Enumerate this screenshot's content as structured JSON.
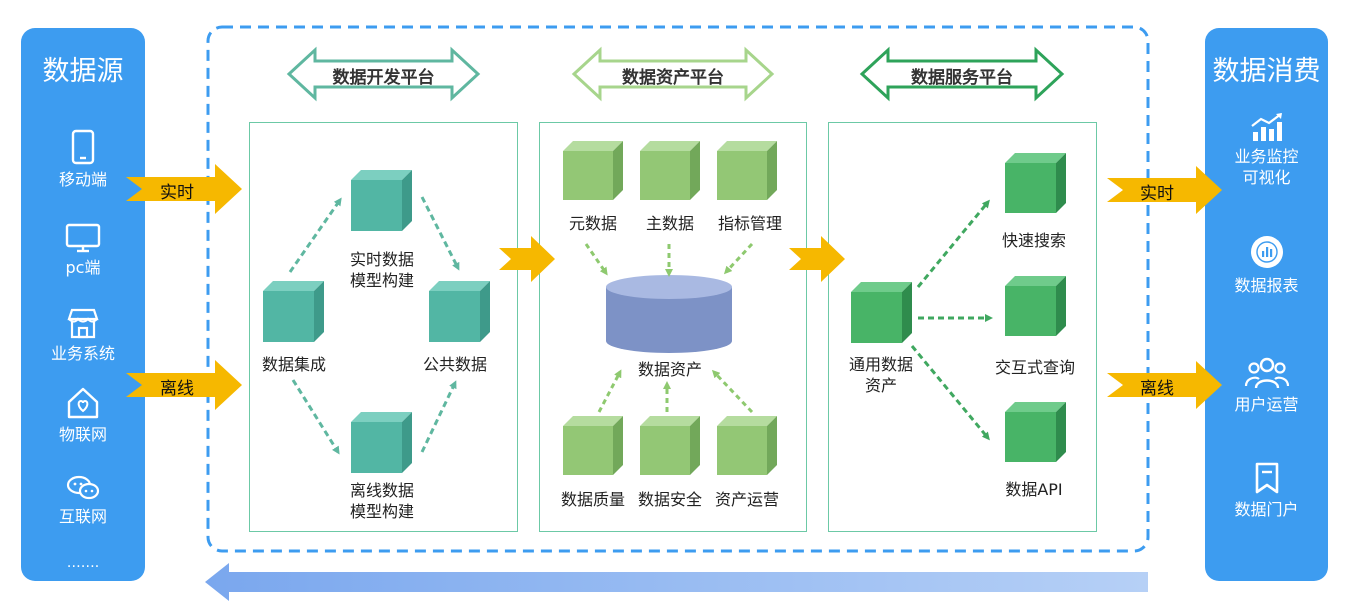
{
  "left_panel": {
    "title": "数据源",
    "items": [
      {
        "icon": "mobile-icon",
        "label": "移动端"
      },
      {
        "icon": "pc-monitor-icon",
        "label": "pc端"
      },
      {
        "icon": "store-icon",
        "label": "业务系统"
      },
      {
        "icon": "iot-home-icon",
        "label": "物联网"
      },
      {
        "icon": "chat-bubble-icon",
        "label": "互联网"
      }
    ],
    "more": "……."
  },
  "right_panel": {
    "title": "数据消费",
    "items": [
      {
        "icon": "bar-chart-trend-icon",
        "label_line1": "业务监控",
        "label_line2": "可视化"
      },
      {
        "icon": "report-circle-icon",
        "label_line1": "数据报表"
      },
      {
        "icon": "users-icon",
        "label_line1": "用户运营"
      },
      {
        "icon": "bookmark-icon",
        "label_line1": "数据门户"
      }
    ]
  },
  "flows": {
    "realtime": "实时",
    "offline": "离线"
  },
  "platforms": {
    "dev": "数据开发平台",
    "asset": "数据资产平台",
    "service": "数据服务平台"
  },
  "dev_panel": {
    "integration": "数据集成",
    "realtime_model_1": "实时数据",
    "realtime_model_2": "模型构建",
    "public_data": "公共数据",
    "offline_model_1": "离线数据",
    "offline_model_2": "模型构建"
  },
  "asset_panel": {
    "metadata": "元数据",
    "master_data": "主数据",
    "metric_mgmt": "指标管理",
    "data_asset": "数据资产",
    "quality": "数据质量",
    "security": "数据安全",
    "asset_ops": "资产运营"
  },
  "service_panel": {
    "general_asset_1": "通用数据",
    "general_asset_2": "资产",
    "fast_search": "快速搜索",
    "interactive_query": "交互式查询",
    "data_api": "数据API"
  },
  "colors": {
    "sidebar_blue": "#3d9cf0",
    "dashed_blue": "#3d9cf0",
    "flow_arrow": "#f6b800",
    "teal_cube": "#52b6a4",
    "light_green_cube": "#93c775",
    "green_cube": "#48b467",
    "cylinder": "#7d92c6",
    "dev_arrow": "#5fb7a0",
    "asset_arrow": "#8ec96f",
    "service_arrow": "#40a860",
    "feedback_arrow": "#8eb6f0"
  }
}
